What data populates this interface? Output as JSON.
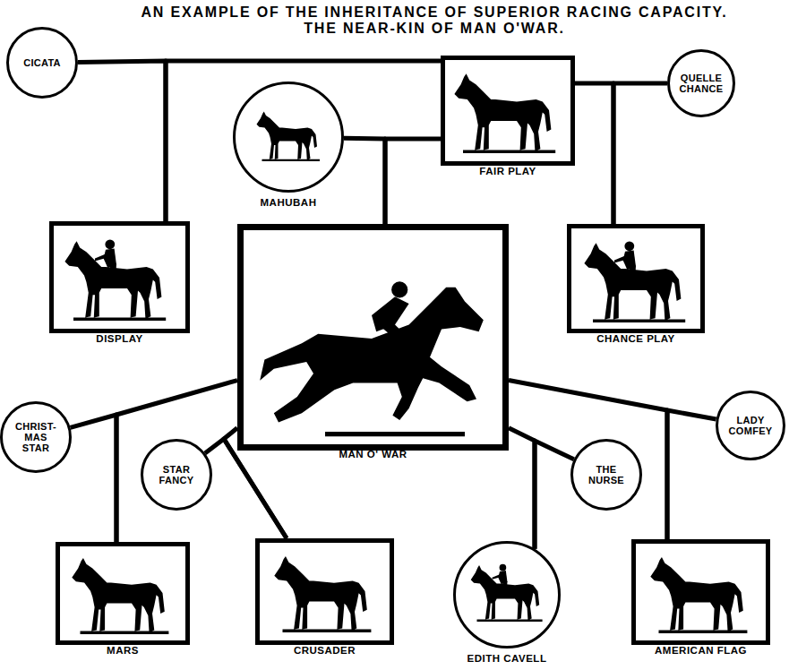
{
  "diagram": {
    "title": "AN EXAMPLE OF THE INHERITANCE OF SUPERIOR RACING CAPACITY. THE NEAR-KIN OF MAN O'WAR.",
    "nodes": [
      {
        "text": [
          "CICATA"
        ]
      },
      {
        "text": [
          "FAIR PLAY"
        ]
      },
      {
        "text": [
          "QUELLE CHANCE"
        ]
      },
      {
        "text": [
          "MAHUBAH"
        ]
      },
      {
        "text": [
          "DISPLAY"
        ]
      },
      {
        "text": [
          "MAN O' WAR"
        ]
      },
      {
        "text": [
          "CHANCE PLAY"
        ]
      },
      {
        "text": [
          "CHRIST- MAS STAR"
        ]
      },
      {
        "text": [
          "STAR FANCY"
        ]
      },
      {
        "text": [
          "THE NURSE"
        ]
      },
      {
        "text": [
          "LADY COMFEY"
        ]
      },
      {
        "text": [
          "MARS"
        ]
      },
      {
        "text": [
          "CRUSADER"
        ]
      },
      {
        "text": [
          "EDITH CAVELL"
        ]
      },
      {
        "text": [
          "AMERICAN FLAG"
        ]
      }
    ],
    "edges": [
      {
        "from": 0,
        "to": 4,
        "arrow": "none"
      },
      {
        "from": 1,
        "to": 4,
        "arrow": "none"
      },
      {
        "from": 1,
        "to": 6,
        "arrow": "none"
      },
      {
        "from": 2,
        "to": 6,
        "arrow": "none"
      },
      {
        "from": 1,
        "to": 5,
        "arrow": "none"
      },
      {
        "from": 3,
        "to": 5,
        "arrow": "none"
      },
      {
        "from": 5,
        "to": 11,
        "arrow": "none"
      },
      {
        "from": 7,
        "to": 11,
        "arrow": "none"
      },
      {
        "from": 5,
        "to": 12,
        "arrow": "none"
      },
      {
        "from": 8,
        "to": 12,
        "arrow": "none"
      },
      {
        "from": 5,
        "to": 13,
        "arrow": "none"
      },
      {
        "from": 9,
        "to": 13,
        "arrow": "none"
      },
      {
        "from": 5,
        "to": 14,
        "arrow": "none"
      },
      {
        "from": 10,
        "to": 14,
        "arrow": "none"
      }
    ]
  }
}
